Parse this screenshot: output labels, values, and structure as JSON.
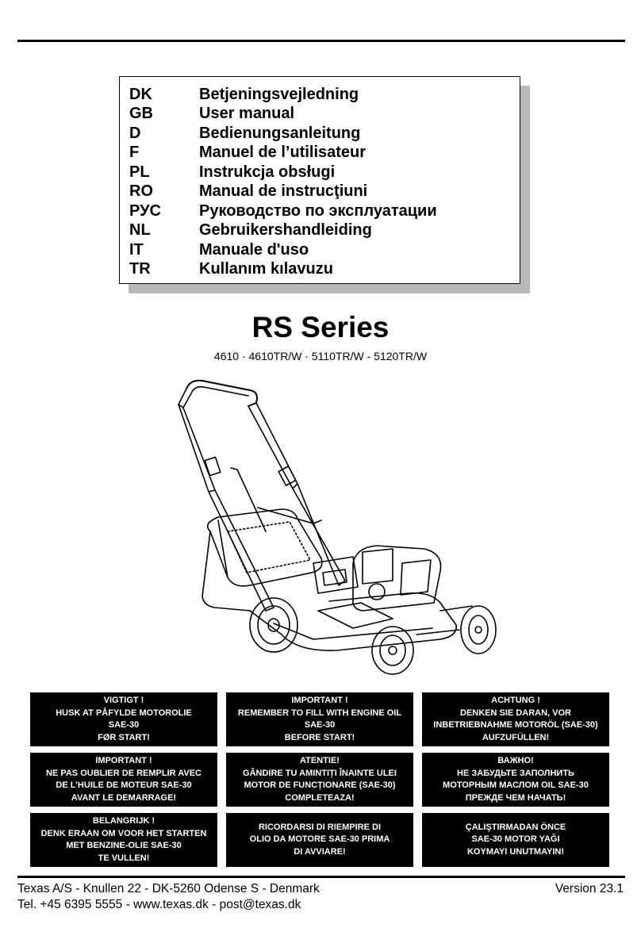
{
  "languages": [
    {
      "code": "DK",
      "title": "Betjeningsvejledning"
    },
    {
      "code": "GB",
      "title": "User manual"
    },
    {
      "code": "D",
      "title": "Bedienungsanleitung"
    },
    {
      "code": "F",
      "title": "Manuel de l’utilisateur"
    },
    {
      "code": "PL",
      "title": "Instrukcja obsługi"
    },
    {
      "code": "RO",
      "title": "Manual de instrucţiuni"
    },
    {
      "code": "РУС",
      "title": "Руководство по эксплуатации"
    },
    {
      "code": "NL",
      "title": "Gebruikershandleiding"
    },
    {
      "code": "IT",
      "title": "Manuale d'uso"
    },
    {
      "code": "TR",
      "title": "Kullanım kılavuzu"
    }
  ],
  "series": {
    "title": "RS Series",
    "models": "4610 · 4610TR/W · 5110TR/W - 5120TR/W"
  },
  "warnings": [
    {
      "lines": [
        "VIGTIGT !",
        "HUSK AT PÅFYLDE MOTOROLIE",
        "SAE-30",
        "FØR START!"
      ]
    },
    {
      "lines": [
        "IMPORTANT !",
        "REMEMBER TO FILL WITH ENGINE OIL",
        "SAE-30",
        "BEFORE START!"
      ]
    },
    {
      "lines": [
        "ACHTUNG !",
        "DENKEN SIE DARAN, VOR",
        "INBETRIEBNAHME MOTORÖL (SAE-30)",
        "AUFZUFÜLLEN!"
      ]
    },
    {
      "lines": [
        "IMPORTANT !",
        "NE PAS OUBLIER DE REMPLIR AVEC",
        "DE L’HUILE DE MOTEUR SAE-30",
        "AVANT LE DEMARRAGE!"
      ]
    },
    {
      "lines": [
        "ATENTIE!",
        "GÂNDIRE TU AMINTIȚI ÎNAINTE ULEI",
        "MOTOR DE FUNCȚIONARE (SAE-30)",
        "COMPLETEAZA!"
      ]
    },
    {
      "lines": [
        "ВАЖНО!",
        "НЕ ЗАБУДЬТЕ ЗАПОЛНИТЬ",
        "МОТОРНЫМ МАСЛОМ  OIL SAE-30",
        "ПРЕЖДЕ ЧЕМ НАЧАТЬ!"
      ]
    },
    {
      "lines": [
        "BELANGRIJK !",
        "DENK ERAAN OM VOOR HET STARTEN",
        "MET BENZINE-OLIE SAE-30",
        "TE VULLEN!"
      ]
    },
    {
      "lines": [
        "RICORDARSI DI RIEMPIRE DI",
        "OLIO DA MOTORE SAE-30 PRIMA",
        "DI AVVIARE!"
      ]
    },
    {
      "lines": [
        "ÇALIŞTIRMADAN ÖNCE",
        "SAE-30 MOTOR YAĞI",
        "KOYMAYI UNUTMAYIN!"
      ]
    }
  ],
  "footer": {
    "address": "Texas A/S - Knullen 22 - DK-5260 Odense S - Denmark",
    "contact": "Tel. +45 6395 5555 - www.texas.dk - post@texas.dk",
    "version": "Version 23.1"
  }
}
